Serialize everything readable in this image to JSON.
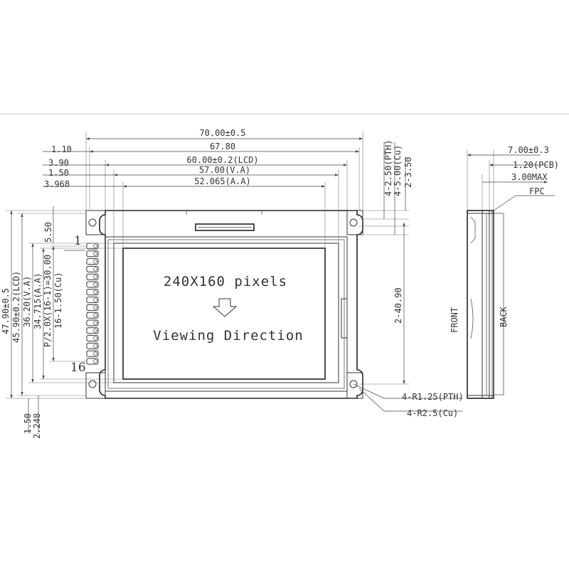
{
  "screen": {
    "resolution": "240X160 pixels",
    "direction": "Viewing Direction"
  },
  "pins": {
    "first": "1",
    "last": "16"
  },
  "top_dims": {
    "overall": "70.00±0.5",
    "pcb": "67.80",
    "lcd": "60.00±0.2(LCD)",
    "va": "57.00(V.A)",
    "aa": "52.065(A.A)",
    "off_pcb": "1.10",
    "off_lcd": "3.90",
    "off_va": "1.50",
    "off_aa": "3.968"
  },
  "right_dims": {
    "hole_pth": "4-2.50(PTH)",
    "hole_cu": "4-5.00(Cu)",
    "hole_off": "2-3.50",
    "hole_pitch": "2-40.90",
    "r_pth": "4-R1.25(PTH)",
    "r_cu": "4-R2.5(Cu)"
  },
  "left_dims": {
    "overall": "47.90±0.5",
    "lcd": "45.90±0.2(LCD)",
    "va": "36.20(V.A)",
    "aa": "34.715(A.A)",
    "pitch": "P/2.0X(16-1)=30.00",
    "pad": "16-1.50(Cu)",
    "top_off": "5.50",
    "bot_off1": "1.50",
    "bot_off2": "2.248"
  },
  "side_dims": {
    "thickness": "7.00±0.3",
    "pcb": "1.20(PCB)",
    "max": "3.00MAX",
    "fpc": "FPC",
    "front": "FRONT",
    "back": "BACK"
  }
}
